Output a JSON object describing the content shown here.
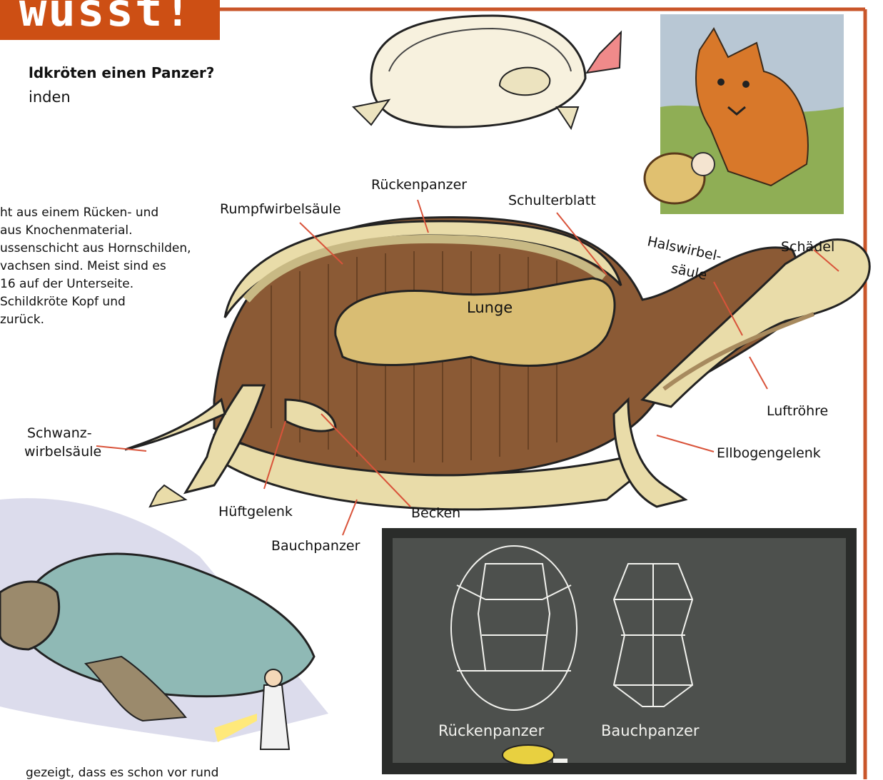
{
  "banner": {
    "text": "wusst!",
    "color": "#cd4f14"
  },
  "question": {
    "title": "ldkröten einen Panzer?",
    "subtitle": "inden"
  },
  "body_lines": [
    "ht aus einem Rücken- und",
    "aus Knochenmaterial.",
    "ussenschicht aus Hornschilden,",
    "vachsen sind. Meist sind es",
    " 16 auf der Unterseite.",
    "Schildkröte Kopf und",
    "zurück."
  ],
  "bottom_text": " gezeigt, dass es schon vor rund",
  "labels": {
    "ruckenpanzer": "Rückenpanzer",
    "rumpfwirbelsaule": "Rumpfwirbelsäule",
    "schulterblatt": "Schulterblatt",
    "halswirbelsaule_1": "Halswirbel-",
    "halswirbelsaule_2": "säule",
    "schadel": "Schädel",
    "lunge": "Lunge",
    "schwanz_1": "Schwanz-",
    "schwanz_2": "wirbelsäule",
    "luftrohre": "Luftröhre",
    "ellbogengelenk": "Ellbogengelenk",
    "huftgelenk": "Hüftgelenk",
    "becken": "Becken",
    "bauchpanzer": "Bauchpanzer"
  },
  "blackboard": {
    "left_label": "Rückenpanzer",
    "right_label": "Bauchpanzer"
  },
  "colors": {
    "frame": "#c9562a",
    "shell_brown": "#8b5a35",
    "bone": "#e9dca9",
    "lung": "#d9bd73",
    "board": "#4d504d",
    "board_frame": "#2a2c2a"
  }
}
